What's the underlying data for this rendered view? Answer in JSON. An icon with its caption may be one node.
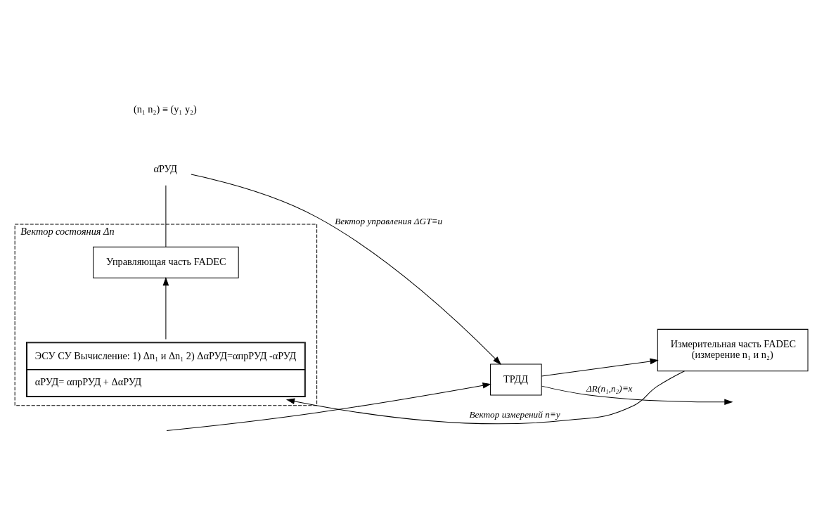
{
  "diagram": {
    "nodes": [
      {
        "text": [
          "α̇РУД"
        ]
      },
      {
        "text": [
          "ТРДД"
        ]
      },
      {
        "text": [
          "Вектор состояния Δn"
        ]
      },
      {
        "text": [
          "Управляющая часть FADEC"
        ],
        "in": 2
      },
      {
        "text": [
          "ЭСУ СУ Вычисление: 1) Δn₁ и Δn₁ 2) ΔαРУД=αпрРУД -αРУД",
          "αРУД= αпрРУД + ΔαРУД"
        ],
        "in": 2
      },
      {
        "text": [
          "Измерительная часть FADEC",
          "(измерение n₁ и n₂)"
        ]
      }
    ],
    "edges": [
      {
        "from": null,
        "to": 1,
        "arrow": "to"
      },
      {
        "from": 0,
        "to": 1,
        "arrow": "to",
        "label": "Вектор управления ΔGТ≡u"
      },
      {
        "from": 1,
        "to": null,
        "arrow": "to",
        "label": "ΔR(n₁,n₂)≡x"
      },
      {
        "from": 1,
        "to": 5,
        "arrow": "to"
      },
      {
        "from": 5,
        "to": 4,
        "arrow": "to",
        "label": "Вектор измерений n≡y"
      },
      {
        "from": 4,
        "to": 3,
        "arrow": "to"
      },
      {
        "from": 3,
        "to": 0,
        "arrow": "none"
      }
    ],
    "labels": [
      "(n₁ n₂) ≡ (y₁ y₂)"
    ]
  }
}
